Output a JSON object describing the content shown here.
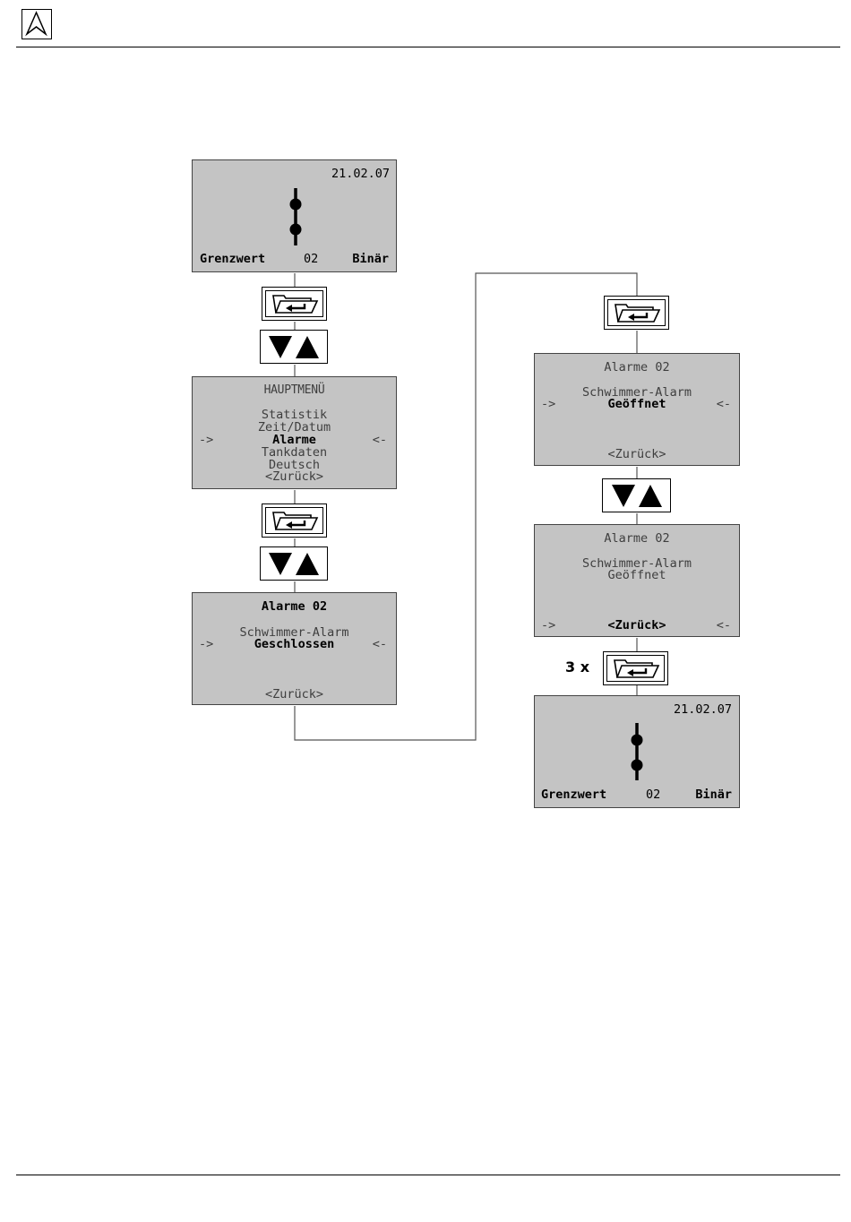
{
  "screen_start": {
    "date": "21.02.07",
    "label_left": "Grenzwert",
    "label_mid": "02",
    "label_right": "Binär"
  },
  "screen_menu": {
    "title": "HAUPTMENÜ",
    "items": [
      "Statistik",
      "Zeit/Datum",
      "Alarme",
      "Tankdaten",
      "Deutsch",
      "<Zurück>"
    ],
    "selected_index": 2,
    "arrow_left": "->",
    "arrow_right": "<-"
  },
  "screen_alarm_closed": {
    "title": "Alarme 02",
    "line1": "Schwimmer-Alarm",
    "line2": "Geschlossen",
    "back": "<Zurück>",
    "arrow_left": "->",
    "arrow_right": "<-"
  },
  "screen_alarm_open": {
    "title": "Alarme 02",
    "line1": "Schwimmer-Alarm",
    "line2": "Geöffnet",
    "back": "<Zurück>",
    "arrow_left": "->",
    "arrow_right": "<-"
  },
  "screen_alarm_back": {
    "title": "Alarme 02",
    "line1": "Schwimmer-Alarm",
    "line2": "Geöffnet",
    "back": "<Zurück>",
    "arrow_left": "->",
    "arrow_right": "<-"
  },
  "screen_end": {
    "date": "21.02.07",
    "label_left": "Grenzwert",
    "label_mid": "02",
    "label_right": "Binär"
  },
  "repeat_label": "3 x",
  "icons": {
    "enter_key": "folder-enter-icon",
    "arrow_keys": "down-up-triangle-icon",
    "float_switch": "float-switch-icon",
    "logo": "company-logo-icon"
  }
}
